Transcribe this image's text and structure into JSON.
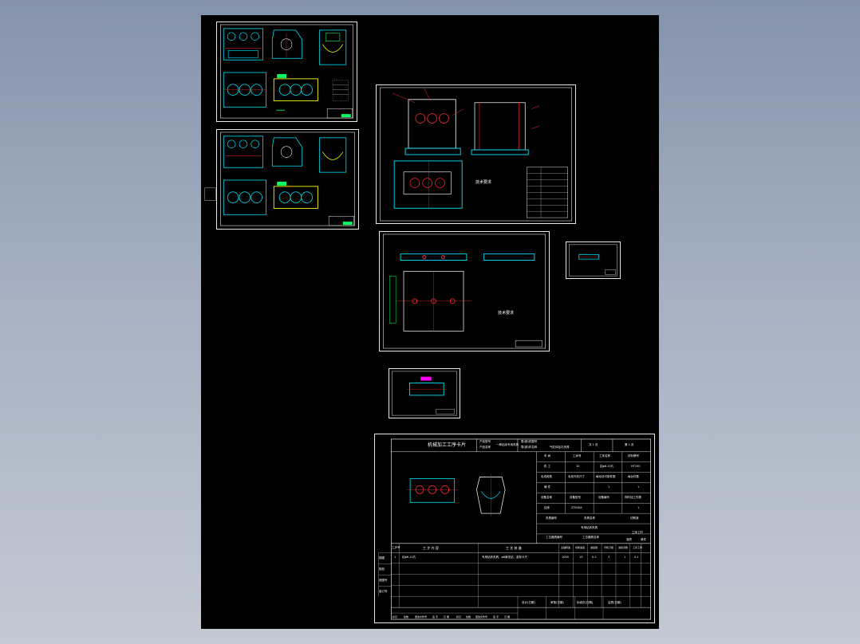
{
  "colors": {
    "background": "#000000",
    "border": "#e8e8e8",
    "cyan": "#00e5ff",
    "yellow": "#ffff00",
    "red": "#ff2a2a",
    "green": "#00ff66",
    "magenta": "#ff00ff",
    "text": "#ffffff"
  },
  "card": {
    "title": "机械加工工序卡片",
    "product_model_label": "产品型号",
    "product_name_label": "产品名称",
    "product_name_value": "一种钻床专用夹具",
    "part_drawing_label": "零(部)件图号",
    "part_name_label": "零(部)件名称",
    "part_name_value": "气缸体钻孔夹具",
    "total_pages": "共 1 页",
    "page_num": "第 1 页",
    "workshop_label": "车 间",
    "process_no_label": "工序号",
    "process_name_label": "工序名称",
    "material_label": "材料牌号",
    "workshop_value": "机 工",
    "process_no_value": "10",
    "process_name_value": "钻φ6-12孔",
    "material_value": "HT250",
    "blank_type_label": "毛坯种类",
    "blank_size_label": "毛坯外形尺寸",
    "blanks_per_label": "每毛坯可制件数",
    "parts_per_label": "每台件数",
    "blank_type_value": "铸 件",
    "blanks_per_value": "1",
    "parts_per_value": "1",
    "equip_name_label": "设备名称",
    "equip_model_label": "设备型号",
    "equip_no_label": "设备编号",
    "simul_label": "同时加工件数",
    "equip_name_value": "钻床",
    "equip_model_value": "Z3040A",
    "simul_value": "1",
    "fixture_no_label": "夹具编号",
    "fixture_name_label": "夹具名称",
    "coolant_label": "切削液",
    "fixture_name_value": "专用钻床夹具",
    "station_tool_no_label": "工位器具编号",
    "station_tool_name_label": "工位器具名称",
    "time_label": "工序工时",
    "quasi_label": "准终",
    "unit_label": "单件",
    "step_no_label": "工步号",
    "step_content_label": "工 步 内 容",
    "equipment_label": "工 艺 装 备",
    "spindle_label": "主轴转速",
    "speed_label": "切削速度",
    "feed_label": "进给量",
    "depth_label": "背吃刀量",
    "passes_label": "进给次数",
    "step_time_label": "工步工时",
    "row_step_no": "1",
    "row_content": "钻φ6-12孔",
    "row_equipment": "专用钻床夹具、φ6麻花钻、游标卡尺",
    "row_spindle": "1000",
    "row_speed": "19",
    "row_feed": "0.2",
    "row_depth": "3",
    "row_passes": "1",
    "row_time": "0.1",
    "side_labels": [
      "描图",
      "描校",
      "底图号",
      "装订号"
    ],
    "footer_sign": [
      "设计(日期)",
      "审核(日期)",
      "标准化(日期)",
      "会签(日期)"
    ],
    "footer_marks": [
      "标记",
      "处数",
      "更改文件号",
      "签 字",
      "日 期"
    ]
  },
  "notes": {
    "assembly_tech": "技术要求",
    "drilling_plate": "技术要求"
  }
}
